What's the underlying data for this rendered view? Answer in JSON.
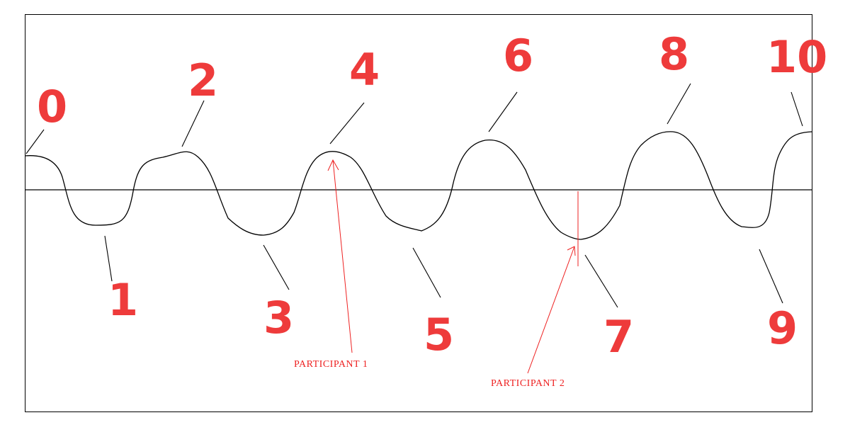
{
  "colors": {
    "stroke": "#000000",
    "annotation": "#ee2222",
    "numbers": "#ee3b3b",
    "background": "#ffffff"
  },
  "extrema_labels": [
    "0",
    "1",
    "2",
    "3",
    "4",
    "5",
    "6",
    "7",
    "8",
    "9",
    "10"
  ],
  "participants": [
    {
      "label": "PARTICIPANT 1",
      "points_to": "4"
    },
    {
      "label": "PARTICIPANT 2",
      "points_to": "7"
    }
  ]
}
